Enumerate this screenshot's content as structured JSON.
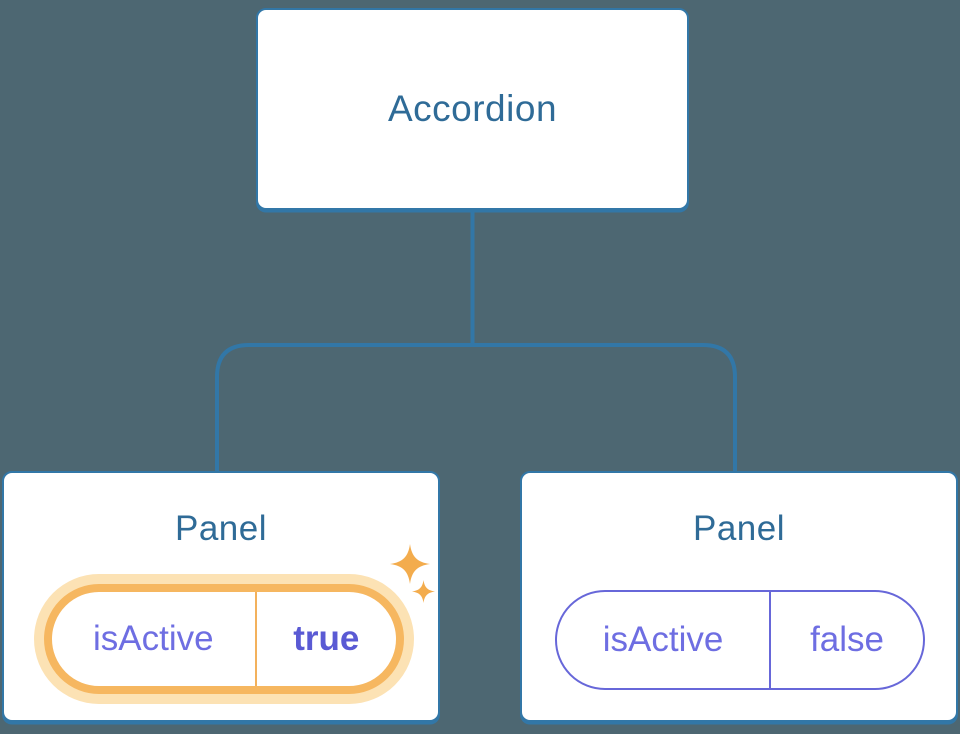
{
  "diagram": {
    "root": {
      "label": "Accordion"
    },
    "children": [
      {
        "label": "Panel",
        "state": {
          "key": "isActive",
          "value": "true",
          "highlighted": true
        }
      },
      {
        "label": "Panel",
        "state": {
          "key": "isActive",
          "value": "false",
          "highlighted": false
        }
      }
    ]
  },
  "icons": {
    "active_state_marker": "sparkles-icon"
  },
  "colors": {
    "background": "#4d6772",
    "box-fill": "#ffffff",
    "line-blue": "#3277a7",
    "text-blue": "#2f6b97",
    "purple": "#6e6ee2",
    "purple-bold": "#5a5ad4",
    "purple-border": "#6767d9",
    "orange-ring": "#f6b760",
    "orange-halo": "#fce2b4",
    "orange-divider": "#f3b15c",
    "sparkle-orange": "#f3ac4d"
  }
}
